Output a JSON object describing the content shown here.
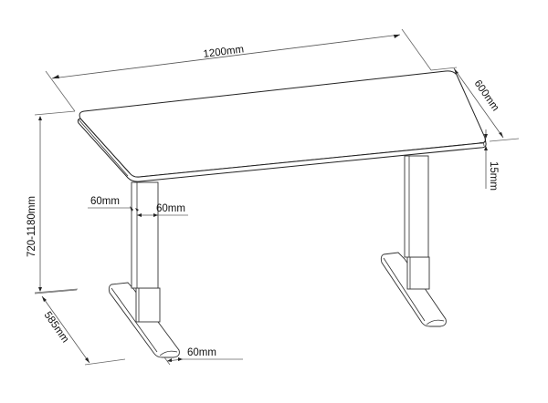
{
  "diagram": {
    "subject": "Height-adjustable standing desk (technical dimension drawing)",
    "colors": {
      "line": "#222222",
      "dimension_line": "#555555",
      "background": "#ffffff",
      "text": "#111111"
    },
    "dimensions": {
      "width": "1200mm",
      "depth": "600mm",
      "top_thickness": "15mm",
      "height_range": "720-1180mm",
      "foot_length": "585mm",
      "leg_side_a": "60mm",
      "leg_side_b": "60mm",
      "foot_width": "60mm"
    }
  }
}
